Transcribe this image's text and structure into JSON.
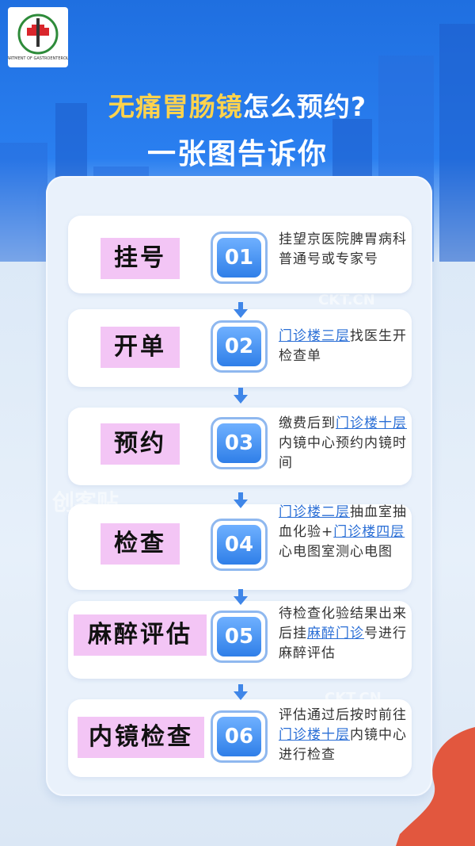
{
  "title": {
    "highlight": "无痛胃肠镜",
    "rest": "怎么预约?",
    "line2": "一张图告诉你"
  },
  "steps": [
    {
      "label": "挂号",
      "num": "01",
      "desc": [
        [
          "挂望京医院脾胃病科普通号或专家号",
          false
        ]
      ]
    },
    {
      "label": "开单",
      "num": "02",
      "desc": [
        [
          "门诊楼三层",
          true
        ],
        [
          "找医生开检查单",
          false
        ]
      ]
    },
    {
      "label": "预约",
      "num": "03",
      "desc": [
        [
          "缴费后到",
          false
        ],
        [
          "门诊楼十层",
          true
        ],
        [
          "内镜中心预约内镜时间",
          false
        ]
      ]
    },
    {
      "label": "检查",
      "num": "04",
      "desc": [
        [
          "门诊楼二层",
          true
        ],
        [
          "抽血室抽血化验+",
          false
        ],
        [
          "门诊楼四层",
          true
        ],
        [
          "心电图室测心电图",
          false
        ]
      ]
    },
    {
      "label": "麻醉评估",
      "num": "05",
      "desc": [
        [
          "待检查化验结果出来后挂",
          false
        ],
        [
          "麻醉门诊",
          true
        ],
        [
          "号进行麻醉评估",
          false
        ]
      ]
    },
    {
      "label": "内镜检查",
      "num": "06",
      "desc": [
        [
          "评估通过后按时前往",
          false
        ],
        [
          "门诊楼十层",
          true
        ],
        [
          "内镜中心进行检查",
          false
        ]
      ]
    }
  ],
  "watermarks": [
    "CKT.CN",
    "创客贴",
    "CKT.CN"
  ],
  "colors": {
    "primary": "#2a7ff0",
    "label_bg": "#f3c5f5",
    "highlight": "#ffd34d",
    "link": "#2b6fd6"
  }
}
